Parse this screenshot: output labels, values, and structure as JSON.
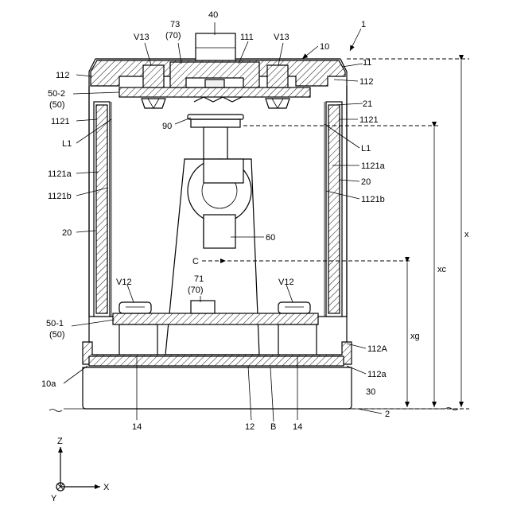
{
  "labels": {
    "l40": "40",
    "l1": "1",
    "l73": "73",
    "l70a": "(70)",
    "l111": "111",
    "v13_left": "V13",
    "v13_right": "V13",
    "l10": "10",
    "l11": "11",
    "l112_left": "112",
    "l112_right": "112",
    "l50_2": "50-2",
    "l50a": "(50)",
    "l21": "21",
    "l90": "90",
    "l1121_left": "1121",
    "l1121_right": "1121",
    "L1_left": "L1",
    "L1_right": "L1",
    "l1121a_left": "1121a",
    "l1121a_right": "1121a",
    "l20_right_top": "20",
    "l1121b_left": "1121b",
    "l1121b_right": "1121b",
    "l20_left": "20",
    "l60": "60",
    "lC": "C",
    "v12_left": "V12",
    "v12_right": "V12",
    "l71": "71",
    "l70b": "(70)",
    "l50_1": "50-1",
    "l50b": "(50)",
    "l112A": "112A",
    "l10a": "10a",
    "l112a": "112a",
    "l30": "30",
    "l14_left": "14",
    "l12": "12",
    "lB": "B",
    "l14_right": "14",
    "l2": "2",
    "dim_x": "x",
    "dim_xc": "xc",
    "dim_xg": "xg",
    "axis_z": "Z",
    "axis_x": "X",
    "axis_y": "Y"
  }
}
